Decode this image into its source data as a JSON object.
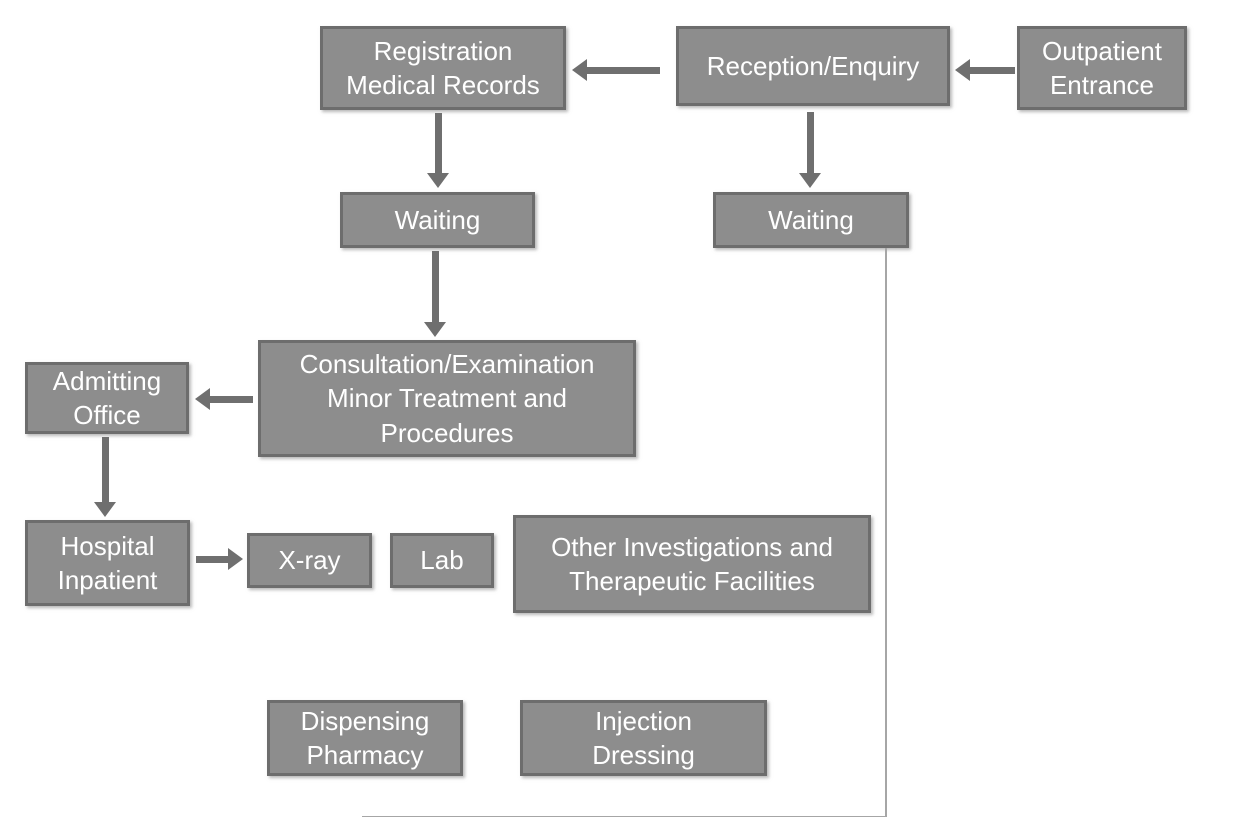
{
  "diagram_type": "flowchart",
  "colors": {
    "box_fill": "#8d8d8d",
    "box_border": "#6d6d6d",
    "arrow": "#6f6f6f",
    "connector": "#a6a6a6",
    "text": "#ffffff",
    "background": "#ffffff"
  },
  "nodes": {
    "registration": {
      "label": "Registration\nMedical Records"
    },
    "reception": {
      "label": "Reception/Enquiry"
    },
    "outpatient": {
      "label": "Outpatient\nEntrance"
    },
    "waiting_left": {
      "label": "Waiting"
    },
    "waiting_right": {
      "label": "Waiting"
    },
    "consultation": {
      "label": "Consultation/Examination\nMinor Treatment and\nProcedures"
    },
    "admitting": {
      "label": "Admitting\nOffice"
    },
    "hospital": {
      "label": "Hospital\nInpatient"
    },
    "xray": {
      "label": "X-ray"
    },
    "lab": {
      "label": "Lab"
    },
    "other": {
      "label": "Other Investigations and\nTherapeutic Facilities"
    },
    "dispensing": {
      "label": "Dispensing\nPharmacy"
    },
    "injection": {
      "label": "Injection\nDressing"
    }
  },
  "edges": [
    {
      "from": "outpatient",
      "to": "reception",
      "type": "arrow",
      "direction": "left"
    },
    {
      "from": "reception",
      "to": "registration",
      "type": "arrow",
      "direction": "left"
    },
    {
      "from": "registration",
      "to": "waiting_left",
      "type": "arrow",
      "direction": "down"
    },
    {
      "from": "reception",
      "to": "waiting_right",
      "type": "arrow",
      "direction": "down"
    },
    {
      "from": "waiting_left",
      "to": "consultation",
      "type": "arrow",
      "direction": "down"
    },
    {
      "from": "consultation",
      "to": "admitting",
      "type": "arrow",
      "direction": "left"
    },
    {
      "from": "admitting",
      "to": "hospital",
      "type": "arrow",
      "direction": "down"
    },
    {
      "from": "hospital",
      "to": "xray",
      "type": "arrow",
      "direction": "right"
    },
    {
      "from": "waiting_right",
      "to": "open end below Dispensing Pharmacy",
      "type": "thin-line",
      "direction": "down-then-left"
    }
  ]
}
